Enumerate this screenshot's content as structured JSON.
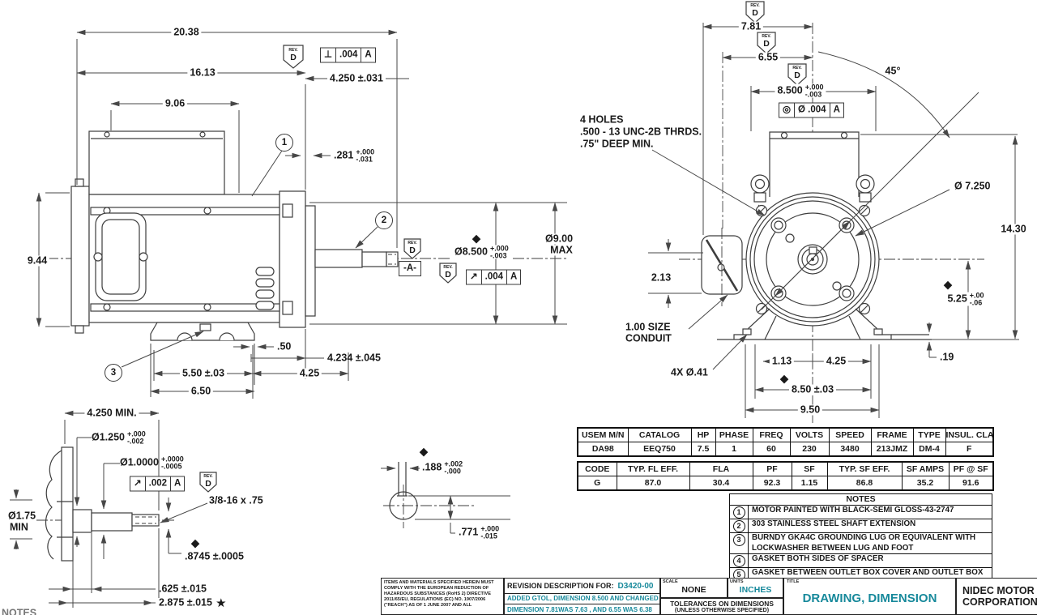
{
  "palette": {
    "line": "#3d3d3d",
    "text": "#1a1a1a",
    "teal": "#17899b"
  },
  "symbols": {
    "diamond": "◆",
    "star": "★"
  },
  "rev_flag": {
    "label": "REV.",
    "letter": "D"
  },
  "side_view": {
    "balloon_1": "1",
    "balloon_2": "2",
    "balloon_3": "3",
    "dim_20_38": "20.38",
    "dim_16_13": "16.13",
    "dim_9_06": "9.06",
    "dim_9_44": "9.44",
    "dim_4_250": "4.250 ±.031",
    "fcf_perp": {
      "symbol": "⊥",
      "tolerance": ".004",
      "datum": "A"
    },
    "dim_281": ".281",
    "dim_281_tol_plus": "+.000",
    "dim_281_tol_minus": "-.031",
    "datum_a": "-A-",
    "dim_8_500": "Ø8.500",
    "dim_8_500_tol_plus": "+.000",
    "dim_8_500_tol_minus": "-.003",
    "fcf_runout": {
      "symbol": "↗",
      "tolerance": ".004",
      "datum": "A"
    },
    "dim_9_00": "Ø9.00",
    "dim_9_00_max": "MAX",
    "dim_50": ".50",
    "dim_4_234": "4.234 ±.045",
    "dim_5_50": "5.50 ±.03",
    "dim_4_25": "4.25",
    "dim_6_50": "6.50"
  },
  "shaft_detail": {
    "dim_4_250_min": "4.250 MIN.",
    "dim_1_250": "Ø1.250",
    "dim_1_250_tol_plus": "+.000",
    "dim_1_250_tol_minus": "-.002",
    "dim_1_0000": "Ø1.0000",
    "dim_1_0000_tol_plus": "+.0000",
    "dim_1_0000_tol_minus": "-.0005",
    "fcf_runout": {
      "symbol": "↗",
      "tolerance": ".002",
      "datum": "A"
    },
    "thread_note": "3/8-16 x .75",
    "dim_1_75": "Ø1.75",
    "dim_1_75_min": "MIN",
    "dim_8745": ".8745 ±.0005",
    "dim_625": ".625 ±.015",
    "dim_2_875": "2.875 ±.015"
  },
  "keyway_detail": {
    "dim_188": ".188",
    "dim_188_tol_plus": "+.002",
    "dim_188_tol_minus": "-.000",
    "dim_771": ".771",
    "dim_771_tol_plus": "+.000",
    "dim_771_tol_minus": "-.015"
  },
  "front_view": {
    "dim_7_81": "7.81",
    "dim_6_55": "6.55",
    "dim_8_500": "8.500",
    "dim_8_500_tol_plus": "+.000",
    "dim_8_500_tol_minus": "-.003",
    "fcf_conc": {
      "symbol": "◎",
      "tolerance": "Ø .004",
      "datum": "A"
    },
    "angle_45": "45°",
    "holes_note_1": "4 HOLES",
    "holes_note_2": ".500 - 13 UNC-2B THRDS.",
    "holes_note_3": ".75\" DEEP MIN.",
    "dim_7_250": "Ø 7.250",
    "dim_14_30": "14.30",
    "dim_2_13": "2.13",
    "conduit_note_1": "1.00 SIZE",
    "conduit_note_2": "CONDUIT",
    "dim_4x_41": "4X Ø.41",
    "dim_5_25": "5.25",
    "dim_5_25_tol_plus": "+.00",
    "dim_5_25_tol_minus": "-.06",
    "dim_19": ".19",
    "dim_1_13": "1.13",
    "dim_4_25": "4.25",
    "dim_8_50": "8.50 ±.03",
    "dim_9_50": "9.50"
  },
  "spec_table": {
    "headers": [
      "USEM M/N",
      "CATALOG",
      "HP",
      "PHASE",
      "FREQ",
      "VOLTS",
      "SPEED",
      "FRAME",
      "TYPE",
      "INSUL. CLASS"
    ],
    "row": [
      "DA98",
      "EEQ750",
      "7.5",
      "1",
      "60",
      "230",
      "3480",
      "213JMZ",
      "DM-4",
      "F"
    ]
  },
  "perf_table": {
    "headers": [
      "CODE",
      "TYP. FL EFF.",
      "FLA",
      "PF",
      "SF",
      "TYP. SF EFF.",
      "SF AMPS",
      "PF @ SF"
    ],
    "row": [
      "G",
      "87.0",
      "30.4",
      "92.3",
      "1.15",
      "86.8",
      "35.2",
      "91.6"
    ]
  },
  "notes": {
    "title": "NOTES",
    "items": [
      {
        "num": "1",
        "text": "MOTOR PAINTED WITH BLACK-SEMI GLOSS-43-2747"
      },
      {
        "num": "2",
        "text": "303 STAINLESS STEEL SHAFT EXTENSION"
      },
      {
        "num": "3",
        "text": "BURNDY GKA4C GROUNDING LUG OR EQUIVALENT WITH LOCKWASHER BETWEEN LUG AND FOOT"
      },
      {
        "num": "4",
        "text": "GASKET BOTH SIDES OF SPACER"
      },
      {
        "num": "5",
        "text": "GASKET BETWEEN OUTLET BOX COVER AND OUTLET BOX BASE"
      }
    ]
  },
  "title_block": {
    "compliance_line_1": "ITEMS AND MATERIALS SPECIFIED HEREIN MUST",
    "compliance_line_2": "COMPLY WITH THE EUROPEAN REDUCTION OF",
    "compliance_line_3": "HAZARDOUS SUBSTANCES (RoHS 2) DIRECTIVE",
    "compliance_line_4": "2011/65/EU, REGULATIONS (EC) NO. 1907/2006",
    "compliance_line_5": "(\"REACH\") AS OF 1 JUNE 2007 AND ALL",
    "revision_label": "REVISION DESCRIPTION FOR:",
    "revision_number": "D3420-00",
    "revision_line_2": "ADDED GTOL, DIMENSION 8.500 AND CHANGED",
    "revision_line_3": "DIMENSION 7.81WAS 7.63 , AND 6.55 WAS 6.38",
    "scale_label": "SCALE",
    "scale_value": "NONE",
    "units_label": "UNITS",
    "units_value": "INCHES",
    "tolerances_line_1": "TOLERANCES ON DIMENSIONS",
    "tolerances_line_2": "(UNLESS OTHERWISE SPECIFIED)",
    "title_label": "TITLE",
    "title_value": "DRAWING, DIMENSION",
    "company_line_1": "NIDEC MOTOR",
    "company_line_2": "CORPORATION"
  },
  "corner_partial_text": "NOTES"
}
